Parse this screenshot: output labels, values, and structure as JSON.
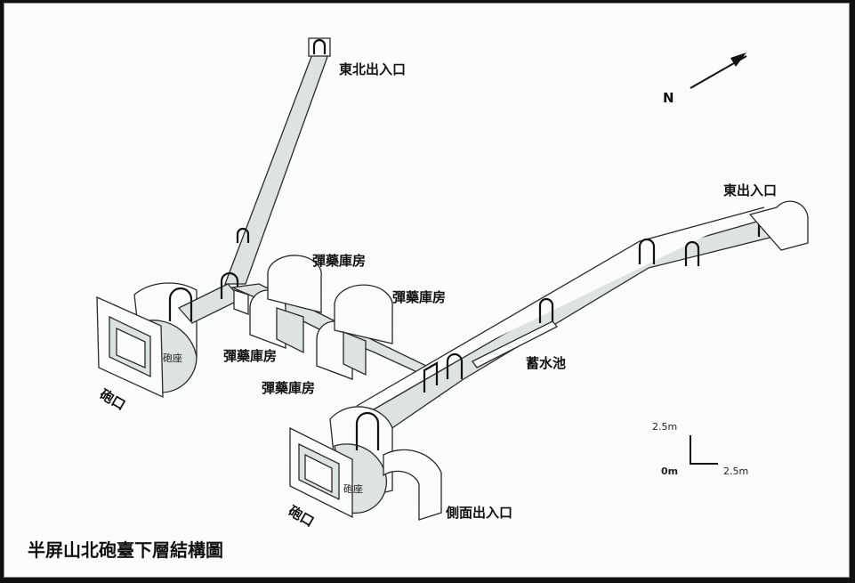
{
  "title": "半屏山北砲臺下層結構圖",
  "labels": {
    "northeast_entrance": "東北出入口",
    "east_entrance": "東出入口",
    "magazine_1": "彈藥庫房",
    "magazine_2": "彈藥庫房",
    "magazine_3": "彈藥庫房",
    "magazine_4": "彈藥庫房",
    "reservoir": "蓄水池",
    "gun_port_1": "砲口",
    "gun_port_2": "砲口",
    "gun_seat_1": "砲座",
    "gun_seat_2": "砲座",
    "side_entrance": "側面出入口"
  },
  "north_arrow": {
    "label": "N",
    "icon": "north-arrow-icon"
  },
  "scale": {
    "origin": "0m",
    "vertical": "2.5m",
    "horizontal": "2.5m"
  }
}
